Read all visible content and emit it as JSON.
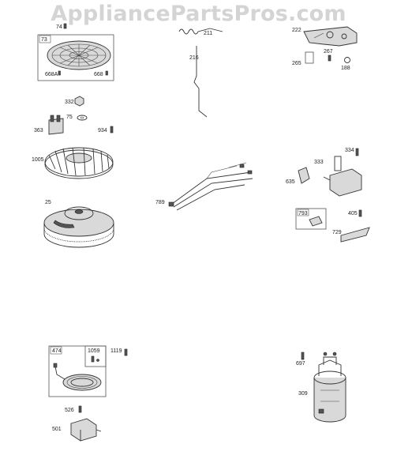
{
  "watermark": "AppliancePartsPros.com",
  "callouts": {
    "p73": "73",
    "p74": "74",
    "p668a": "668A",
    "p668": "668",
    "p211": "211",
    "p216": "216",
    "p222": "222",
    "p265": "265",
    "p267": "267",
    "p188": "188",
    "p332": "332",
    "p75": "75",
    "p363": "363",
    "p934": "934",
    "p1005": "1005",
    "p25": "25",
    "p789": "789",
    "p334": "334",
    "p333": "333",
    "p635": "635",
    "p793": "793",
    "p405": "405",
    "p729": "729",
    "p474": "474",
    "p1059": "1059",
    "p1119": "1119",
    "p526": "526",
    "p501": "501",
    "p697": "697",
    "p309": "309"
  }
}
